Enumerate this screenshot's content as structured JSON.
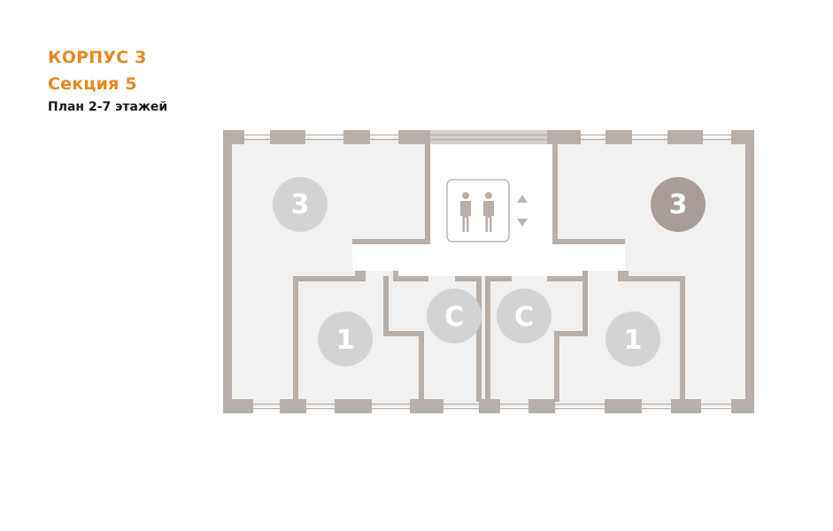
{
  "header": {
    "building": "КОРПУС 3",
    "section": "Секция 5",
    "plan": "План 2-7 этажей"
  },
  "colors": {
    "accent": "#e8881e",
    "wall": "#b7afa8",
    "floor": "#f1f0ef",
    "badge": "#d5d3d2",
    "badge_selected": "#a89e97",
    "badge_text": "#ffffff",
    "icon_border": "#bdb6b0"
  },
  "apartments": [
    {
      "id": "top-left",
      "rooms": "3",
      "selected": false
    },
    {
      "id": "top-right",
      "rooms": "3",
      "selected": true
    },
    {
      "id": "bottom-left",
      "rooms": "1",
      "selected": false
    },
    {
      "id": "studio-left",
      "rooms": "С",
      "selected": false
    },
    {
      "id": "studio-right",
      "rooms": "С",
      "selected": false
    },
    {
      "id": "bottom-right",
      "rooms": "1",
      "selected": false
    }
  ],
  "icons": {
    "elevator": "elevator-people-icon",
    "up": "arrow-up-icon",
    "down": "arrow-down-icon"
  }
}
